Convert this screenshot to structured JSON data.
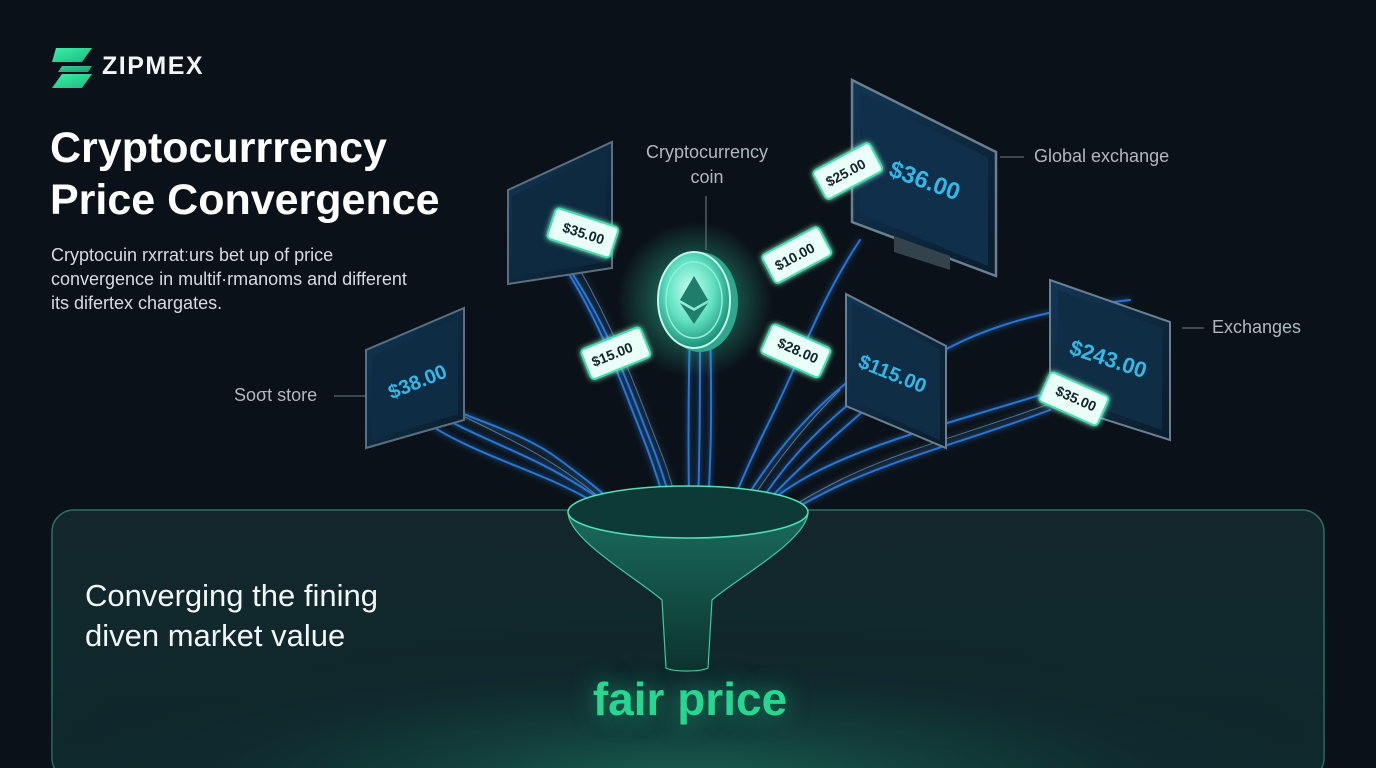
{
  "brand": {
    "name": "ZIPMEX",
    "accent": "#27d790"
  },
  "title_lines": [
    "Cryptocurrrency",
    "Price Convergence"
  ],
  "description": "Cryptocuin rxrratːurs bet up of price convergence in multif·rmanoms and different its difertex chargates.",
  "labels": {
    "coin": [
      "Cryptocurrency",
      "coin"
    ],
    "global_exchange": "Global exchange",
    "exchanges": "Exchanges",
    "store": "Soσt store"
  },
  "screens": {
    "global": "$36.00",
    "left_small": "$38.00",
    "mid": "$115.00",
    "right": "$243.00"
  },
  "tags": {
    "left_top": "$35.00",
    "top_right": "$25.00",
    "mid_right": "$10.00",
    "low_left": "$15.00",
    "low_right": "$28.00",
    "right": "$35.00"
  },
  "bottom": {
    "heading_lines": [
      "Converging the fining",
      "diven market value"
    ],
    "fair_price": "fair price"
  },
  "colors": {
    "background": "#0b1118",
    "stream": "#2f8dff",
    "glow": "#2ee6b0",
    "panel_border": "#2b6e66"
  }
}
